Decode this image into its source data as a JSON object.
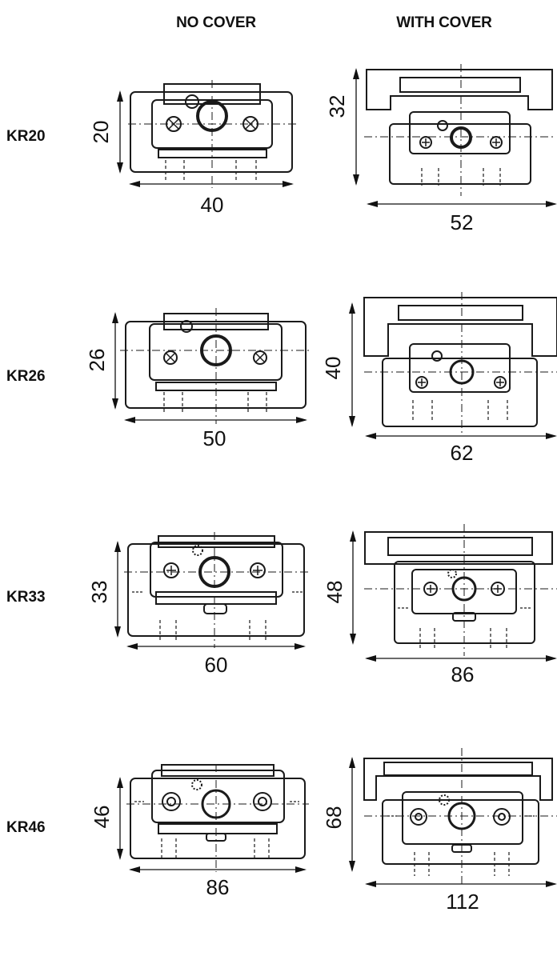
{
  "headers": {
    "no_cover": "NO COVER",
    "with_cover": "WITH COVER"
  },
  "rows": [
    {
      "label": "KR20",
      "no_cover": {
        "height": "20",
        "width": "40"
      },
      "with_cover": {
        "height": "32",
        "width": "52"
      }
    },
    {
      "label": "KR26",
      "no_cover": {
        "height": "26",
        "width": "50"
      },
      "with_cover": {
        "height": "40",
        "width": "62"
      }
    },
    {
      "label": "KR33",
      "no_cover": {
        "height": "33",
        "width": "60"
      },
      "with_cover": {
        "height": "48",
        "width": "86"
      }
    },
    {
      "label": "KR46",
      "no_cover": {
        "height": "46",
        "width": "86"
      },
      "with_cover": {
        "height": "68",
        "width": "112"
      }
    }
  ]
}
